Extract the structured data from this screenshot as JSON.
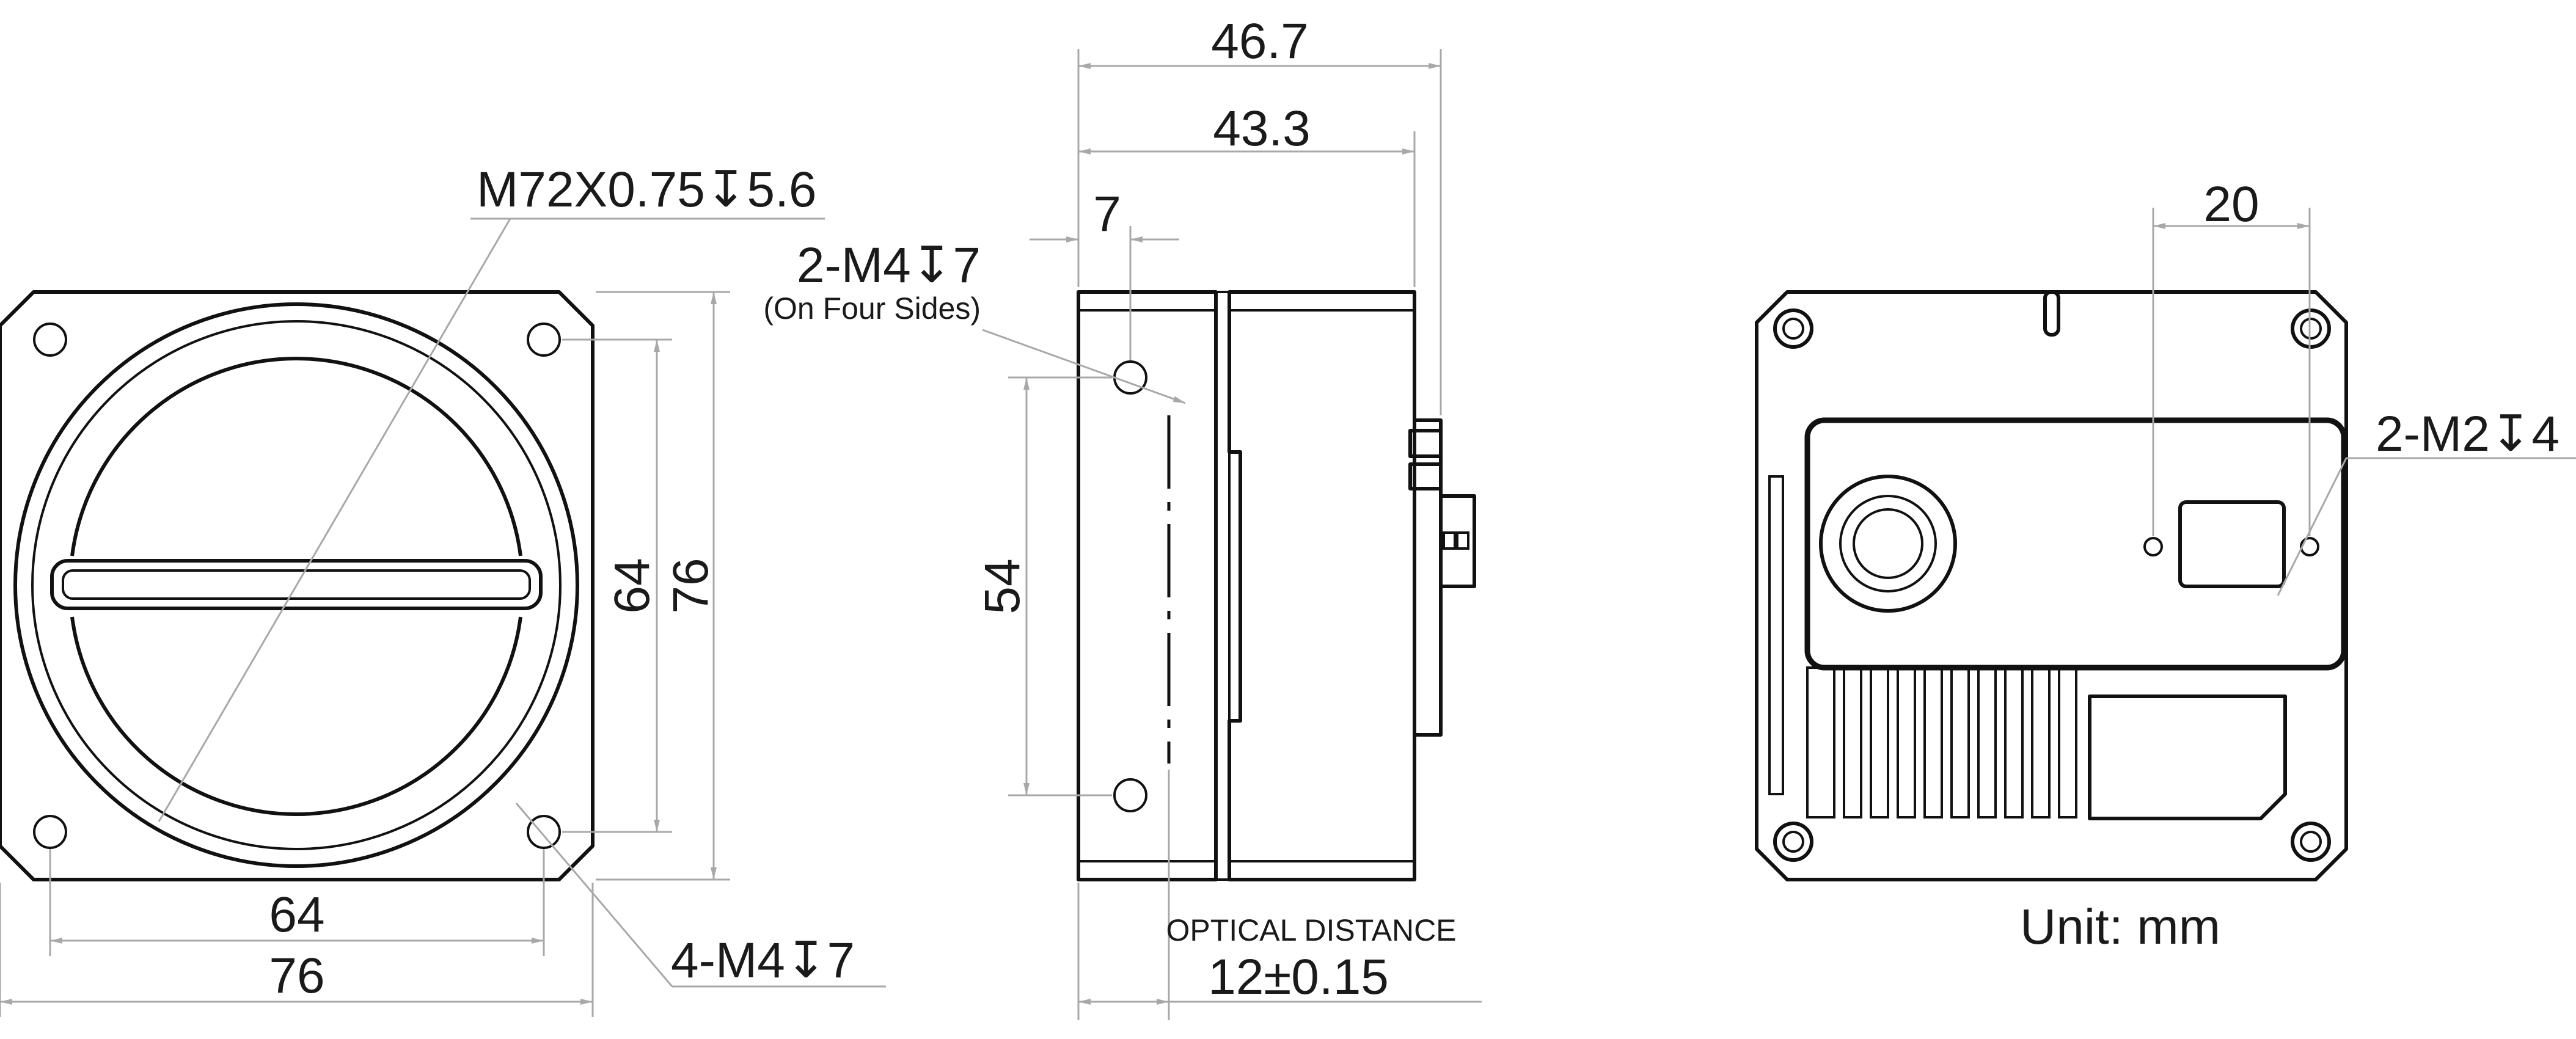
{
  "colors": {
    "outline": "#111111",
    "dimension_line": "#a8a8a8",
    "text": "#1a1a1a",
    "background": "#ffffff"
  },
  "front_view": {
    "thread_callout": "M72X0.75↧5.6",
    "hole_spacing_vertical": "64",
    "height": "76",
    "hole_spacing_horizontal": "64",
    "width": "76",
    "hole_callout": "4-M4↧7"
  },
  "side_view": {
    "overall_length": "46.7",
    "body_length": "43.3",
    "hole_offset": "7",
    "hole_callout": "2-M4↧7",
    "hole_note": "(On Four Sides)",
    "hole_spacing": "54",
    "optical_label": "OPTICAL DISTANCE",
    "optical_value": "12±0.15"
  },
  "rear_view": {
    "hole_spacing": "20",
    "hole_callout": "2-M2↧4",
    "unit_label": "Unit: mm"
  }
}
